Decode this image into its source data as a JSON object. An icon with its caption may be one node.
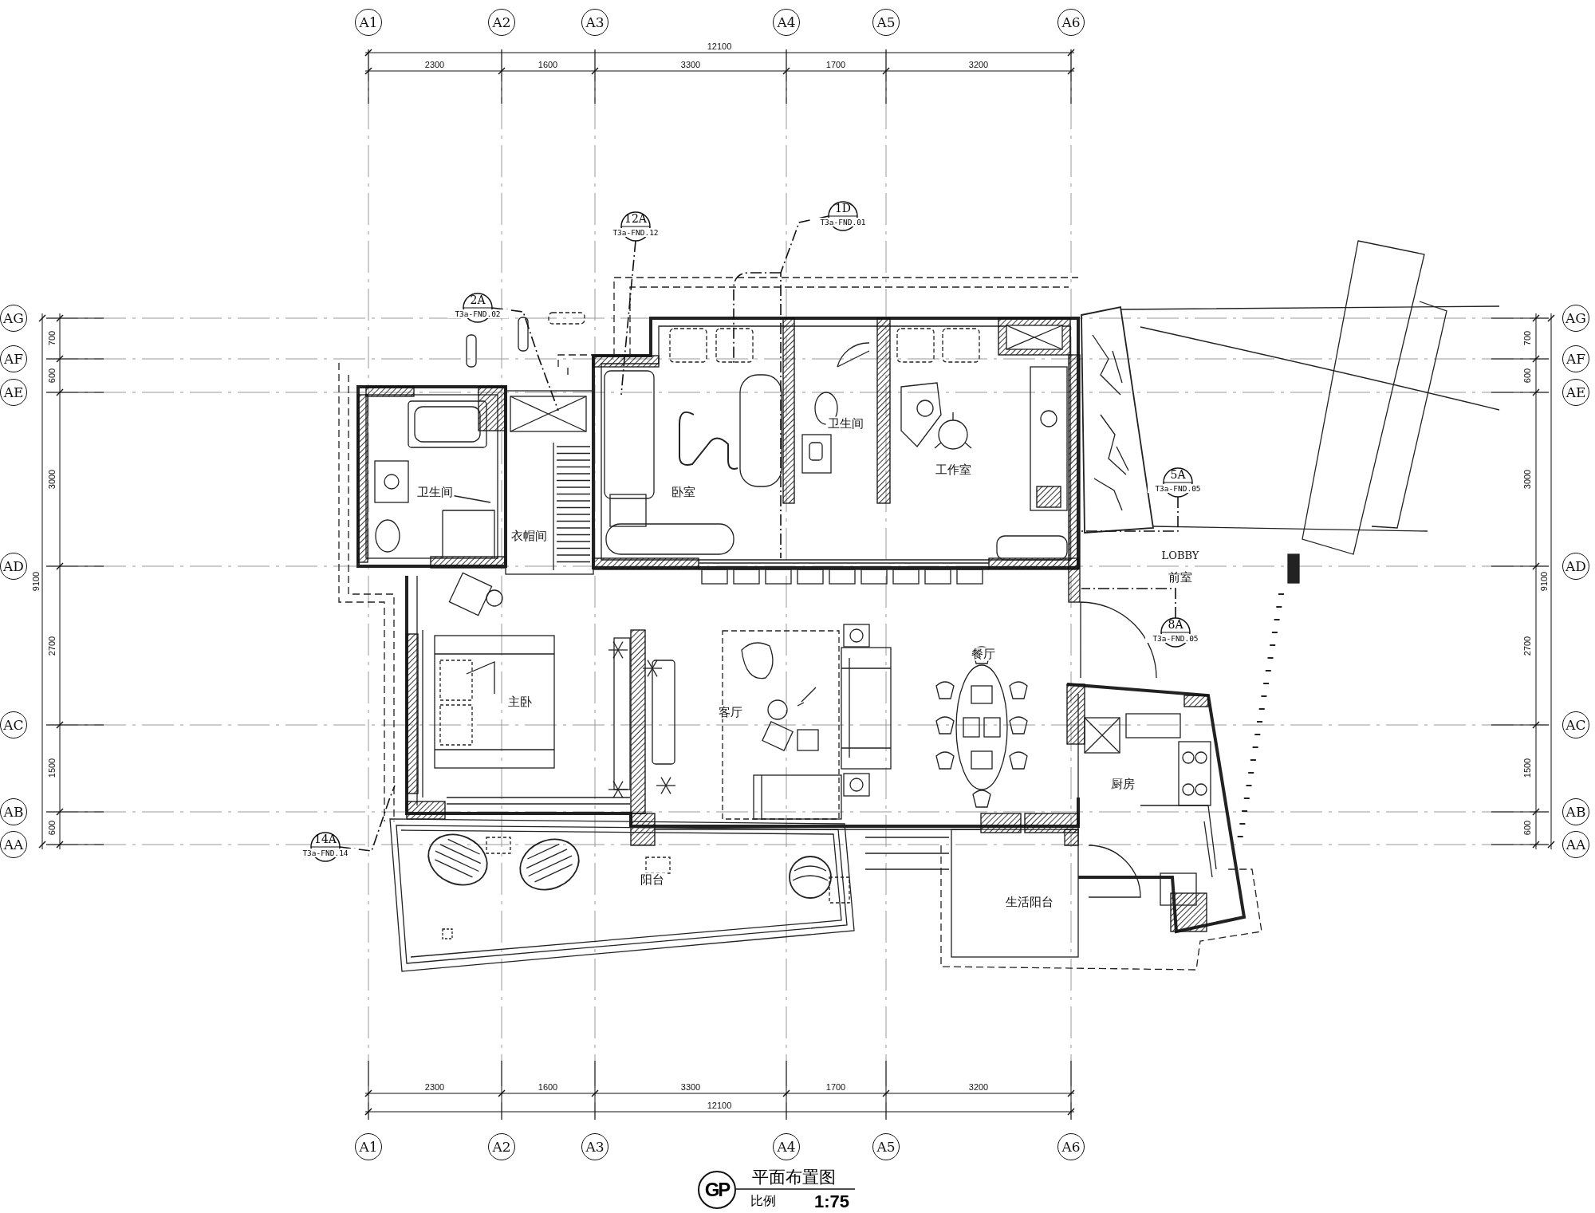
{
  "diagram": {
    "title": "平面布置图",
    "nodes": [
      {
        "text": [
          "A1"
        ]
      },
      {
        "text": [
          "A2"
        ]
      },
      {
        "text": [
          "A3"
        ]
      },
      {
        "text": [
          "A4"
        ]
      },
      {
        "text": [
          "A5"
        ]
      },
      {
        "text": [
          "A6"
        ]
      },
      {
        "text": [
          "AG"
        ]
      },
      {
        "text": [
          "AF"
        ]
      },
      {
        "text": [
          "AE"
        ]
      },
      {
        "text": [
          "AD"
        ]
      },
      {
        "text": [
          "AC"
        ]
      },
      {
        "text": [
          "AB"
        ]
      },
      {
        "text": [
          "AA"
        ]
      },
      {
        "text": [
          "AG"
        ]
      },
      {
        "text": [
          "AF"
        ]
      },
      {
        "text": [
          "AE"
        ]
      },
      {
        "text": [
          "AD"
        ]
      },
      {
        "text": [
          "AC"
        ]
      },
      {
        "text": [
          "AB"
        ]
      },
      {
        "text": [
          "AA"
        ]
      },
      {
        "text": [
          "A1"
        ]
      },
      {
        "text": [
          "A2"
        ]
      },
      {
        "text": [
          "A3"
        ]
      },
      {
        "text": [
          "A4"
        ]
      },
      {
        "text": [
          "A5"
        ]
      },
      {
        "text": [
          "A6"
        ]
      },
      {
        "text": [
          "12A",
          "T3a-FND.12"
        ]
      },
      {
        "text": [
          "1D",
          "T3a-FND.01"
        ]
      },
      {
        "text": [
          "2A",
          "T3a-FND.02"
        ]
      },
      {
        "text": [
          "5A",
          "T3a-FND.05"
        ]
      },
      {
        "text": [
          "8A",
          "T3a-FND.05"
        ]
      },
      {
        "text": [
          "14A",
          "T3a-FND.14"
        ]
      },
      {
        "text": [
          "GP"
        ]
      }
    ],
    "edges": [
      {
        "from": 26,
        "to": null,
        "arrow": "none"
      },
      {
        "from": 27,
        "to": null,
        "arrow": "none"
      },
      {
        "from": 28,
        "to": null,
        "arrow": "none"
      },
      {
        "from": 29,
        "to": null,
        "arrow": "none"
      },
      {
        "from": 30,
        "to": null,
        "arrow": "none"
      },
      {
        "from": 31,
        "to": null,
        "arrow": "none"
      }
    ],
    "labels": [
      "12100",
      "2300",
      "1600",
      "3300",
      "1700",
      "3200",
      "700",
      "600",
      "3000",
      "9100",
      "2700",
      "1500",
      "600",
      "700",
      "600",
      "3000",
      "9100",
      "2700",
      "1500",
      "600",
      "卫生间",
      "工作室",
      "卫生间",
      "卧室",
      "衣帽间",
      "LOBBY",
      "前室",
      "餐厅",
      "主卧",
      "客厅",
      "厨房",
      "阳台",
      "生活阳台",
      "2300",
      "1600",
      "3300",
      "1700",
      "3200",
      "12100",
      "比例",
      "1:75"
    ]
  }
}
